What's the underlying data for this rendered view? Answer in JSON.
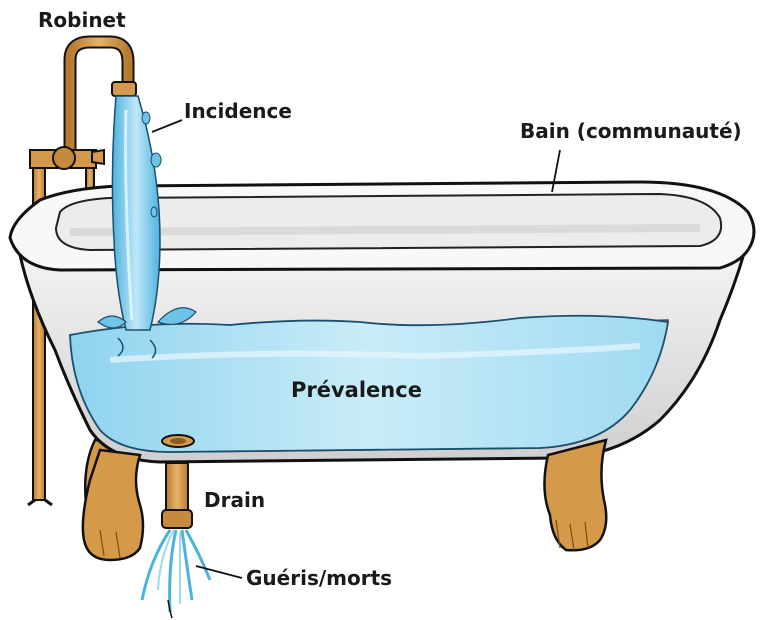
{
  "labels": {
    "faucet": "Robinet",
    "inflow": "Incidence",
    "tub": "Bain (communauté)",
    "water": "Prévalence",
    "drain": "Drain",
    "outflow": "Guéris/morts"
  },
  "colors": {
    "water": "#a9def3",
    "water_light": "#d9f2fb",
    "stream": "#6fc3e6",
    "tub_body": "#ececec",
    "tub_rim": "#f7f7f7",
    "brass": "#d49a4a",
    "brass_dark": "#a86e28",
    "outline": "#111111"
  },
  "icons": [
    "faucet-icon",
    "bathtub-icon",
    "drain-icon",
    "splash-icon"
  ]
}
